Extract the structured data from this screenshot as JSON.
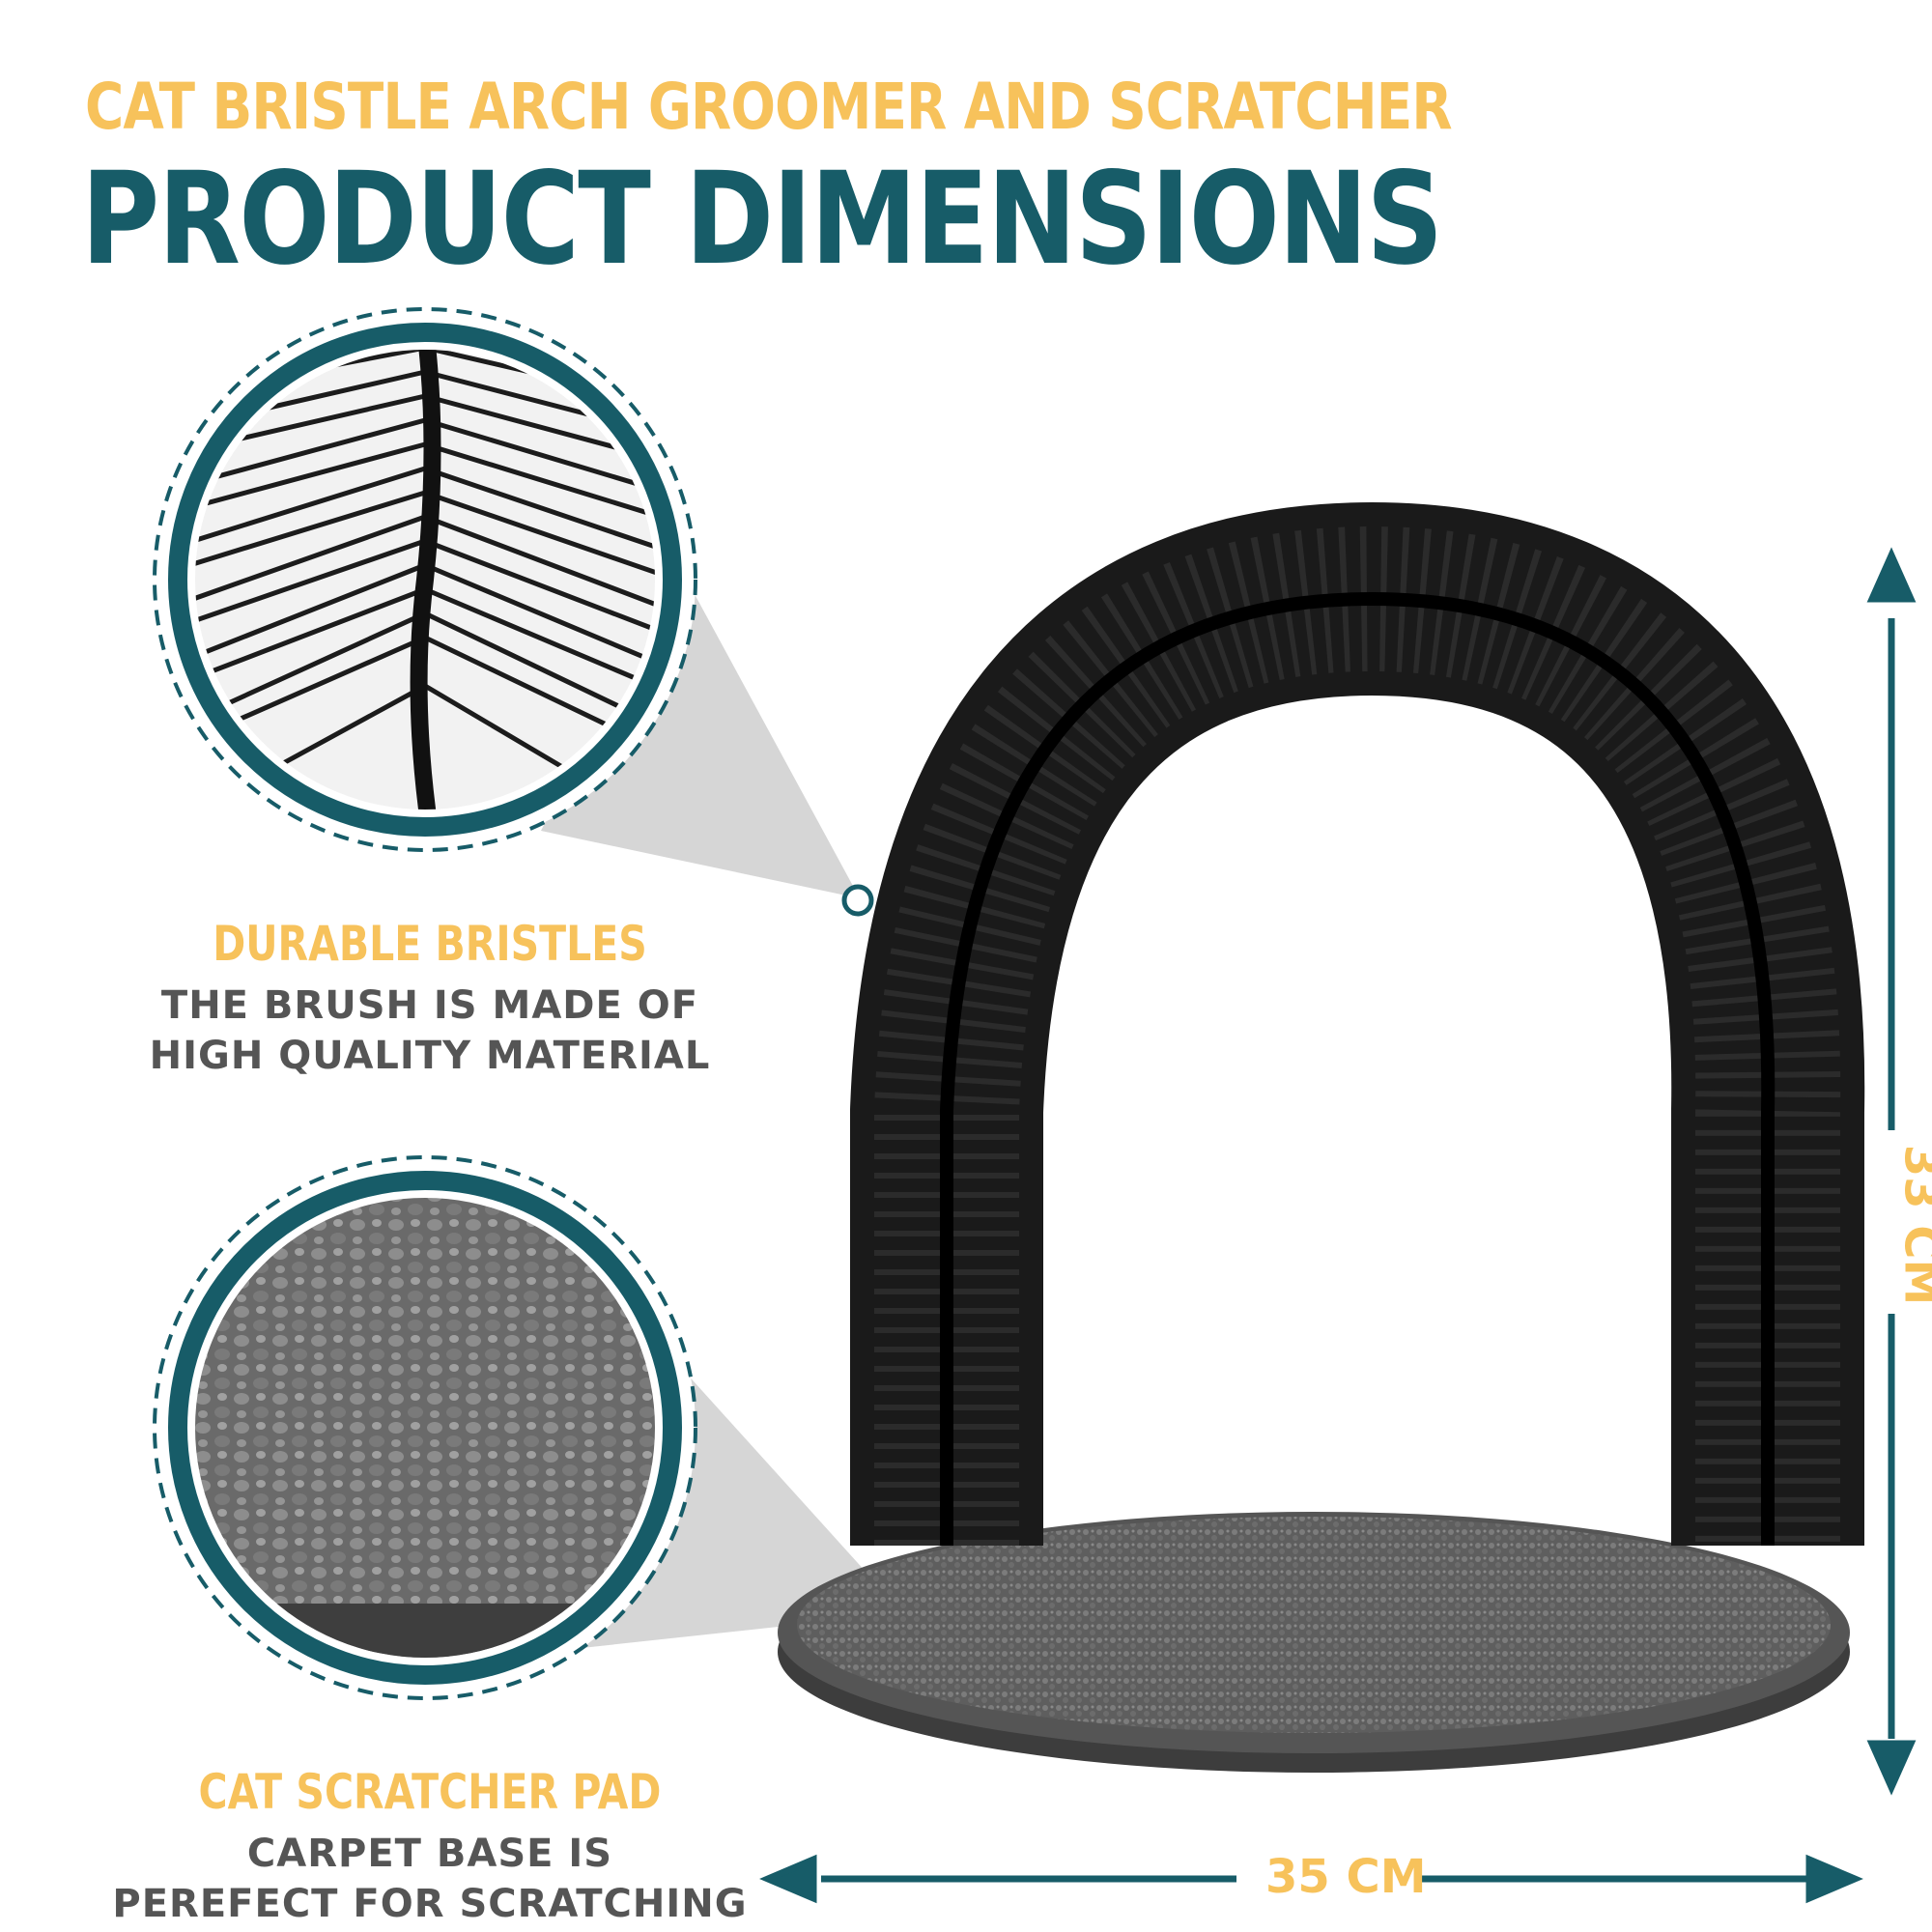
{
  "header": {
    "subtitle": "CAT BRISTLE ARCH GROOMER AND SCRATCHER",
    "title": "PRODUCT DIMENSIONS"
  },
  "features": [
    {
      "heading": "DURABLE BRISTLES",
      "line1": "THE BRUSH IS MADE OF",
      "line2": "HIGH QUALITY MATERIAL"
    },
    {
      "heading": "CAT SCRATCHER PAD",
      "line1": "CARPET BASE IS",
      "line2": "PEREFECT FOR SCRATCHING"
    }
  ],
  "dimensions": {
    "height": "33 CM",
    "width": "35 CM"
  },
  "colors": {
    "accent": "#f7c25b",
    "primary": "#175c68",
    "body_text": "#555555"
  }
}
